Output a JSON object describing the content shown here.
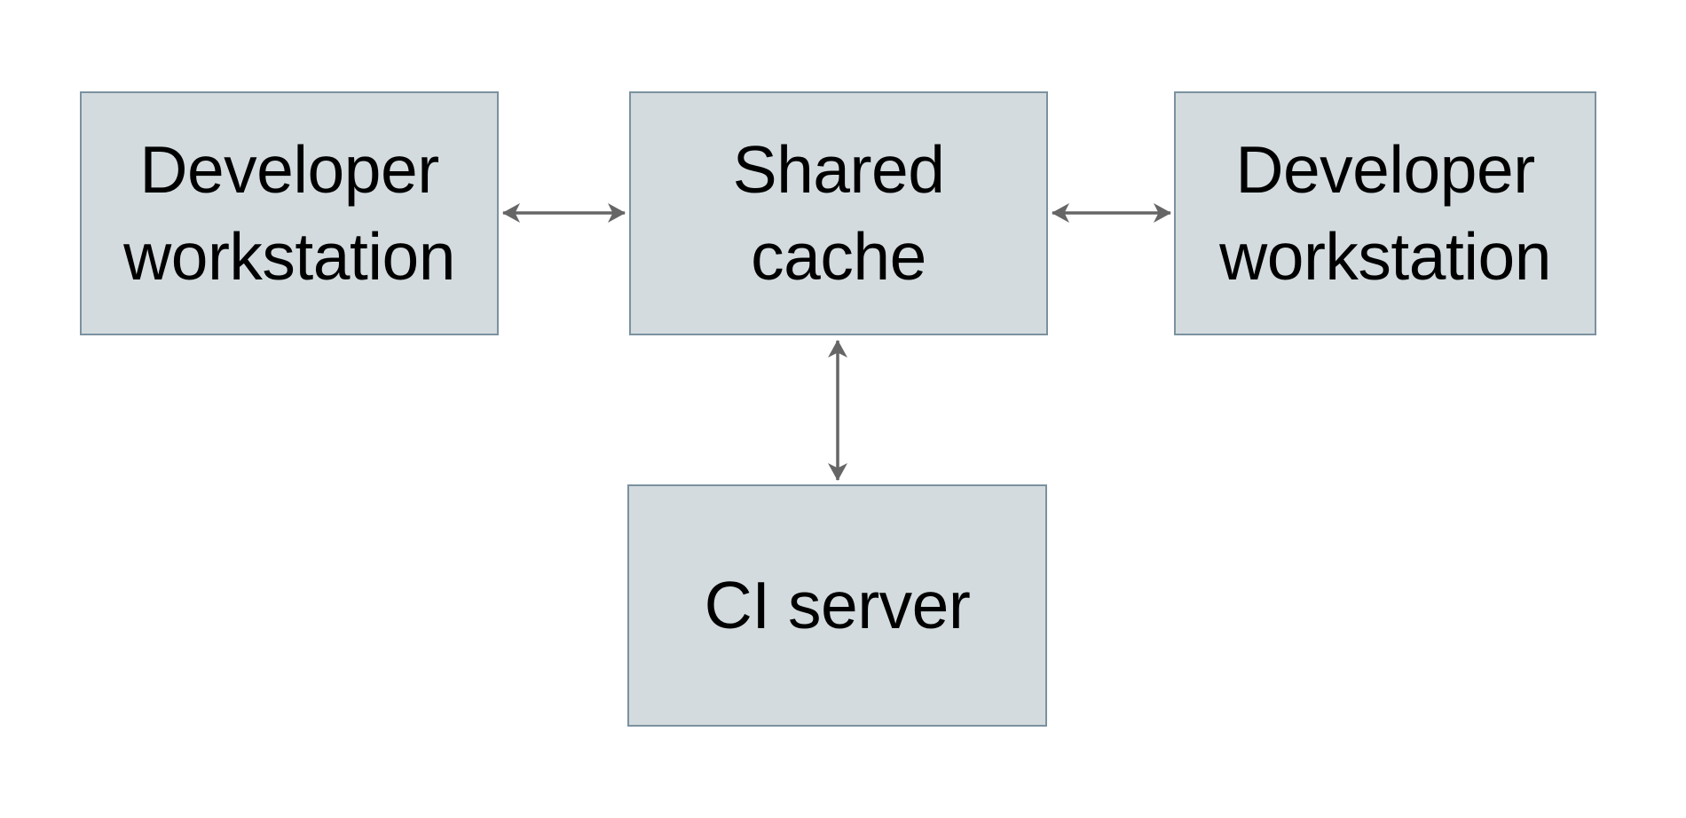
{
  "colors": {
    "page-bg": "#ffffff",
    "node-fill": "#d3dbde",
    "node-border": "#7b919f",
    "arrow-color": "#666666",
    "text-color": "#000000"
  },
  "diagram": {
    "nodes": [
      {
        "id": "developer-workstation-left",
        "label": "Developer workstation"
      },
      {
        "id": "shared-cache",
        "label": "Shared cache"
      },
      {
        "id": "developer-workstation-right",
        "label": "Developer workstation"
      },
      {
        "id": "ci-server",
        "label": "CI server"
      }
    ],
    "edges": [
      {
        "from": "developer-workstation-left",
        "to": "shared-cache",
        "direction": "bidirectional"
      },
      {
        "from": "shared-cache",
        "to": "developer-workstation-right",
        "direction": "bidirectional"
      },
      {
        "from": "shared-cache",
        "to": "ci-server",
        "direction": "bidirectional"
      }
    ]
  }
}
